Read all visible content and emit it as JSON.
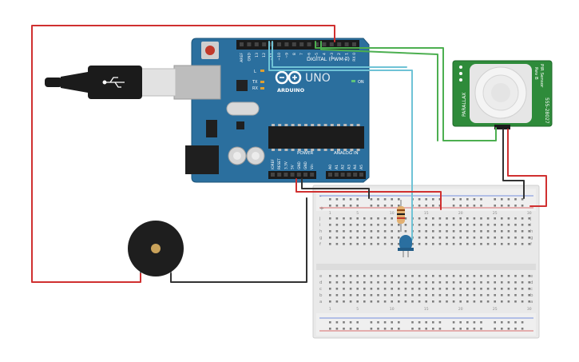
{
  "board": {
    "name": "UNO",
    "brand": "ARDUINO",
    "on_label": "ON",
    "power_label": "POWER",
    "analog_label": "ANALOG IN",
    "digital_label": "DIGITAL (PWM~)",
    "l_label": "L",
    "tx_label": "TX",
    "rx_label": "RX",
    "top_pins": [
      "AREF",
      "GND",
      "13",
      "12",
      "~11",
      "~10",
      "~9",
      "8",
      "7",
      "~6",
      "~5",
      "4",
      "~3",
      "2",
      "TX 1",
      "RX 0"
    ],
    "power_pins": [
      "IOREF",
      "RESET",
      "3.3V",
      "5V",
      "GND",
      "GND",
      "Vin"
    ],
    "analog_pins": [
      "A0",
      "A1",
      "A2",
      "A3",
      "A4",
      "A5"
    ]
  },
  "sensor": {
    "name_line1": "PIR Sensor",
    "name_line2": "Rev B",
    "part_number": "555-28027",
    "parallax_label": "PARALLAX"
  },
  "breadboard": {
    "rows_top": [
      "j",
      "i",
      "h",
      "g",
      "f"
    ],
    "rows_bottom": [
      "e",
      "d",
      "c",
      "b",
      "a"
    ],
    "col_numbers": [
      "1",
      "5",
      "10",
      "15",
      "20",
      "25",
      "30"
    ],
    "rail_plus": "+",
    "rail_minus": "-"
  },
  "colors": {
    "board_blue": "#2b6f9e",
    "wire_red": "#d03030",
    "wire_green": "#4caf50",
    "wire_blue": "#6fc3d6",
    "wire_black": "#333333",
    "sensor_green": "#2e8b3a",
    "led_blue": "#2a6fa0"
  }
}
